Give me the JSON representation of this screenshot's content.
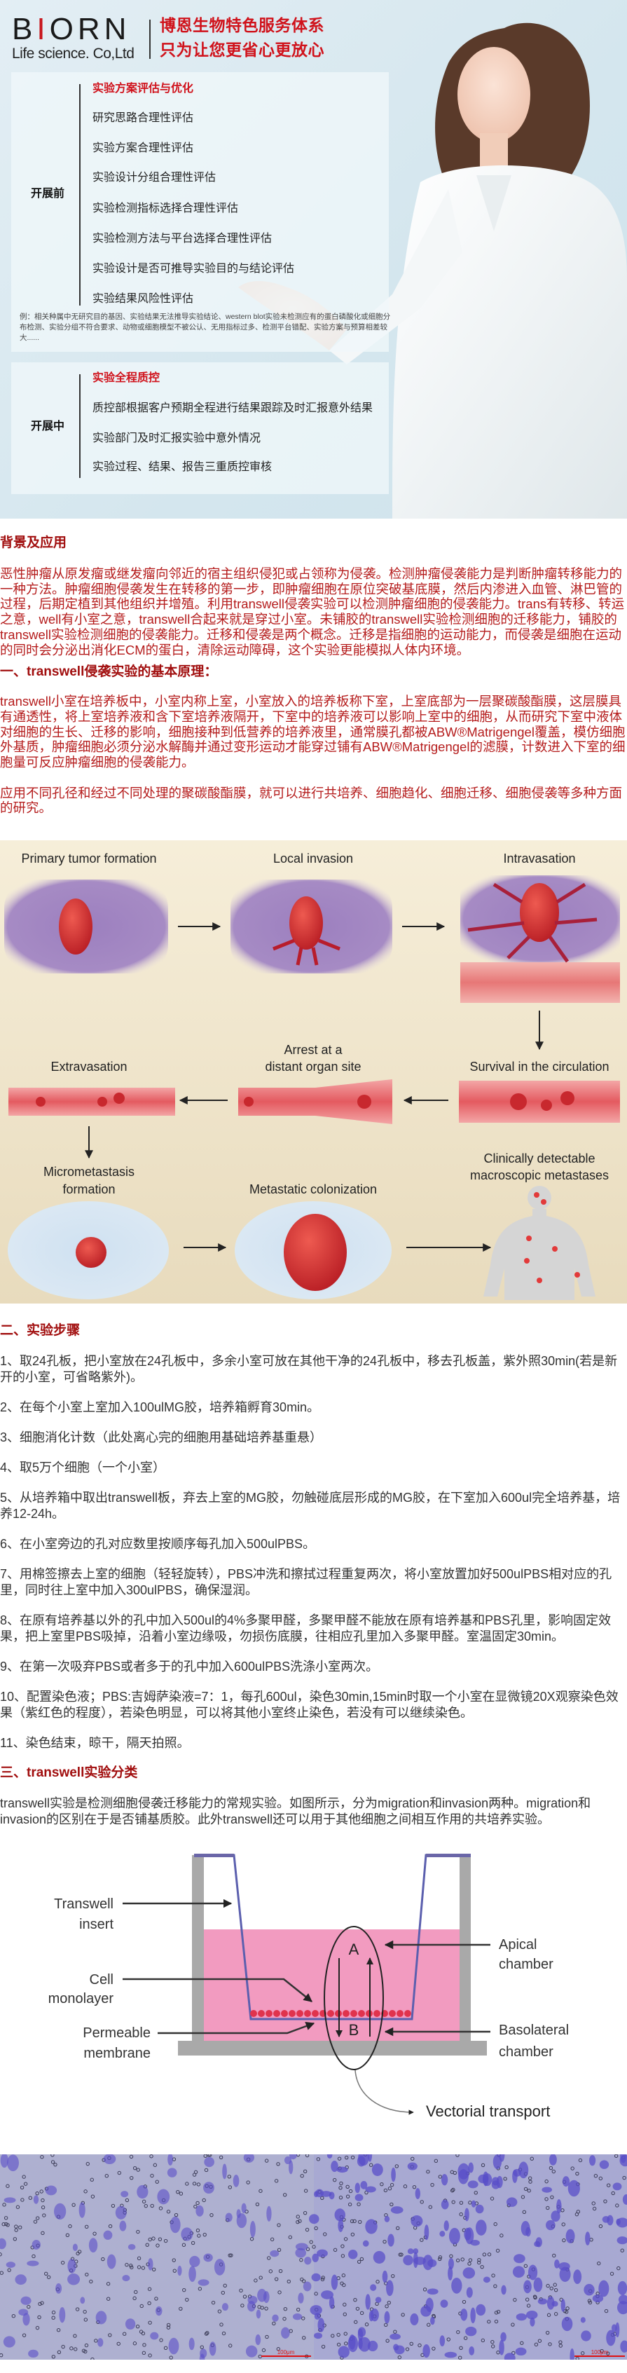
{
  "banner": {
    "logo_text": "BIORN",
    "logo_sub": "Life science. Co,Ltd",
    "slogan_line1": "博恩生物特色服务体系",
    "slogan_line2": "只为让您更省心更放心",
    "before": {
      "label": "开展前",
      "heading": "实验方案评估与优化",
      "items": [
        "研究思路合理性评估",
        "实验方案合理性评估",
        "实验设计分组合理性评估",
        "实验检测指标选择合理性评估",
        "实验检测方法与平台选择合理性评估",
        "实验设计是否可推导实验目的与结论评估",
        "实验结果风险性评估"
      ],
      "note": "例：相关种属中无研究目的基因、实验结果无法推导实验结论、western blot实验未检测应有的蛋白磷酸化或细胞分布检测、实验分组不符合要求、动物或细胞模型不被公认、无用指标过多、检测平台错配、实验方案与预算相差较大......"
    },
    "during": {
      "label": "开展中",
      "heading": "实验全程质控",
      "items": [
        "质控部根据客户预期全程进行结果跟踪及时汇报意外结果",
        "实验部门及时汇报实验中意外情况",
        "实验过程、结果、报告三重质控审核"
      ]
    }
  },
  "background": {
    "heading": "背景及应用",
    "paragraph": "恶性肿瘤从原发瘤或继发瘤向邻近的宿主组织侵犯或占领称为侵袭。检测肿瘤侵袭能力是判断肿瘤转移能力的一种方法。肿瘤细胞侵袭发生在转移的第一步，即肿瘤细胞在原位突破基底膜，然后内渗进入血管、淋巴管的过程，后期定植到其他组织并增殖。利用transwell侵袭实验可以检测肿瘤细胞的侵袭能力。trans有转移、转运之意，well有小室之意，transwell合起来就是穿过小室。未铺胶的transwell实验检测细胞的迁移能力，铺胶的transwell实验检测细胞的侵袭能力。迁移和侵袭是两个概念。迁移是指细胞的运动能力，而侵袭是细胞在运动的同时会分泌出消化ECM的蛋白，清除运动障碍，这个实验更能模拟人体内环境。"
  },
  "principle": {
    "heading": "一、transwell侵袭实验的基本原理：",
    "paragraph1": "transwell小室在培养板中，小室内称上室，小室放入的培养板称下室，上室底部为一层聚碳酸酯膜，这层膜具有通透性，将上室培养液和含下室培养液隔开，下室中的培养液可以影响上室中的细胞，从而研究下室中液体对细胞的生长、迁移的影响，细胞接种到低营养的培养液里，通常膜孔都被ABW®Matrigengel覆盖，模仿细胞外基质，肿瘤细胞必须分泌水解酶并通过变形运动才能穿过铺有ABW®Matrigengel的滤膜，计数进入下室的细胞量可反应肿瘤细胞的侵袭能力。",
    "paragraph2": "应用不同孔径和经过不同处理的聚碳酸酯膜，就可以进行共培养、细胞趋化、细胞迁移、细胞侵袭等多种方面的研究。"
  },
  "metastasis_figure": {
    "labels": [
      "Primary tumor formation",
      "Local invasion",
      "Intravasation",
      "Extravasation",
      "Arrest at a",
      "distant organ site",
      "Survival in the circulation",
      "Micrometastasis",
      "formation",
      "Metastatic colonization",
      "Clinically detectable",
      "macroscopic metastases"
    ]
  },
  "steps": {
    "heading": "二、实验步骤",
    "items": [
      "1、取24孔板，把小室放在24孔板中，多余小室可放在其他干净的24孔板中，移去孔板盖，紫外照30min(若是新开的小室，可省略紫外)。",
      "2、在每个小室上室加入100ulMG胶，培养箱孵育30min。",
      "3、细胞消化计数（此处离心完的细胞用基础培养基重悬）",
      "4、取5万个细胞（一个小室）",
      "5、从培养箱中取出transwell板，弃去上室的MG胶，勿触碰底层形成的MG胶，在下室加入600ul完全培养基，培养12-24h。",
      "6、在小室旁边的孔对应数里按顺序每孔加入500ulPBS。",
      "7、用棉签擦去上室的细胞（轻轻旋转），PBS冲洗和擦拭过程重复两次，将小室放置加好500ulPBS相对应的孔里，同时往上室中加入300ulPBS，确保湿润。",
      "8、在原有培养基以外的孔中加入500ul的4%多聚甲醛，多聚甲醛不能放在原有培养基和PBS孔里，影响固定效果，把上室里PBS吸掉，沿着小室边缘吸，勿损伤底膜，往相应孔里加入多聚甲醛。室温固定30min。",
      "9、在第一次吸弃PBS或者多于的孔中加入600ulPBS洗涤小室两次。",
      "10、配置染色液；PBS:吉姆萨染液=7：1，每孔600ul，染色30min,15min时取一个小室在显微镜20X观察染色效果（紫红色的程度），若染色明显，可以将其他小室终止染色，若没有可以继续染色。",
      "11、染色结束，晾干，隔天拍照。"
    ]
  },
  "classification": {
    "heading": "三、transwell实验分类",
    "paragraph": "transwell实验是检测细胞侵袭迁移能力的常规实验。如图所示，分为migration和invasion两种。migration和invasion的区别在于是否铺基质胶。此外transwell还可以用于其他细胞之间相互作用的共培养实验。"
  },
  "transwell_diagram": {
    "insert_1": "Transwell",
    "insert_2": "insert",
    "cell_1": "Cell",
    "cell_2": "monolayer",
    "membrane_1": "Permeable",
    "membrane_2": "membrane",
    "apical_1": "Apical",
    "apical_2": "chamber",
    "baso_1": "Basolateral",
    "baso_2": "chamber",
    "a": "A",
    "b": "B",
    "vectorial": "Vectorial transport"
  },
  "microscopy": {
    "scale_bar_left": "100μm",
    "scale_bar_right": "100μm"
  },
  "colors": {
    "heading_red": "#a10e0e",
    "body_red": "#b51c1c",
    "brand_red": "#d0121b",
    "stain_purple": "#5a4fc8",
    "figure_beige": "#f3e9d2"
  }
}
